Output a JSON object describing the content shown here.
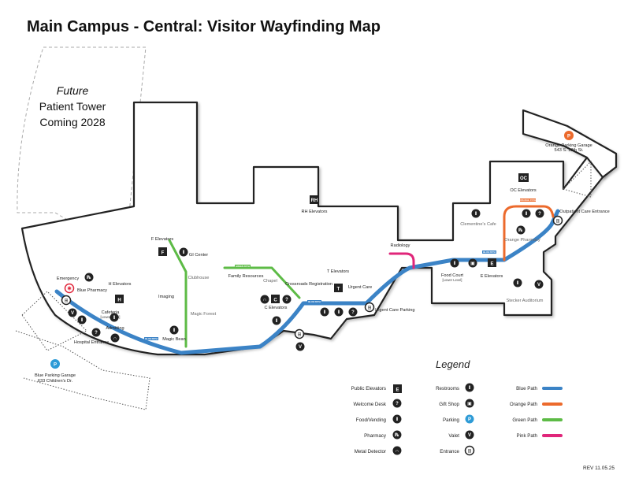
{
  "title": "Main Campus - Central: Visitor Wayfinding Map",
  "revision": "REV 11.05.25",
  "future_tower": {
    "line1": "Future",
    "line2": "Patient Tower",
    "line3": "Coming 2028"
  },
  "paths": {
    "blue": {
      "color": "#3b83c6",
      "label": "Blue Path"
    },
    "orange": {
      "color": "#ec6a2c",
      "label": "Orange Path"
    },
    "green": {
      "color": "#5dbb46",
      "label": "Green Path"
    },
    "pink": {
      "color": "#e0267a",
      "label": "Pink Path"
    }
  },
  "path_tags": {
    "blue": "BLUE PATH",
    "orange": "ORANGE PATH",
    "green": "GREEN PATH"
  },
  "locations": {
    "emergency": "Emergency",
    "blue_pharmacy": "Blue Pharmacy",
    "h_elevators": "H Elevators",
    "cafeteria": "Cafeteria",
    "cafeteria_level": "[Lower Level]",
    "admitting": "Admitting",
    "hospital_entrance": "Hospital Entrance",
    "blue_parking_garage": "Blue Parking Garage",
    "blue_parking_address": "633 Children's Dr.",
    "f_elevators": "F Elevators",
    "gi_center": "GI Center",
    "clubhouse": "Clubhouse",
    "imaging": "Imaging",
    "magic_bean": "Magic Bean",
    "magic_forest": "Magic Forest",
    "family_resources": "Family Resources",
    "chapel": "Chapel",
    "c_elevators": "C Elevators",
    "crossroads": "Crossroads Registration",
    "rh_elevators": "RH Elevators",
    "t_elevators": "T Elevators",
    "urgent_care": "Urgent Care",
    "urgent_care_parking": "Urgent Care Parking",
    "radiology": "Radiology",
    "food_court": "Food Court",
    "food_court_level": "[Lower Level]",
    "clementines": "Clementine's Cafe",
    "e_elevators": "E Elevators",
    "orange_pharmacy": "Orange Pharmacy",
    "oc_elevators": "OC Elevators",
    "orange_parking_garage": "Orange Parking Garage",
    "orange_parking_address": "543 S. 18th St.",
    "outpatient_entrance": "Outpatient Care Entrance",
    "stecker": "Stecker Auditorium"
  },
  "elevator_letters": {
    "h": "H",
    "f": "F",
    "c": "C",
    "rh": "RH",
    "t": "T",
    "e": "E",
    "oc": "OC"
  },
  "legend": {
    "title": "Legend",
    "items": {
      "public_elevators": "Public Elevators",
      "welcome_desk": "Welcome Desk",
      "food_vending": "Food/Vending",
      "pharmacy": "Pharmacy",
      "metal_detector": "Metal Detector",
      "restrooms": "Restrooms",
      "gift_shop": "Gift Shop",
      "parking": "Parking",
      "valet": "Valet",
      "entrance": "Entrance"
    }
  },
  "glyphs": {
    "question": "?",
    "pharmacy": "℞",
    "parking": "P",
    "valet": "V",
    "elevator": "E",
    "food": "⑊",
    "restroom": "⚥",
    "gift": "🎁"
  },
  "icon_colors": {
    "dark": "#222222",
    "parking": "#2e9bd6",
    "orange_parking": "#ec6a2c",
    "emergency": "#e0263a"
  }
}
